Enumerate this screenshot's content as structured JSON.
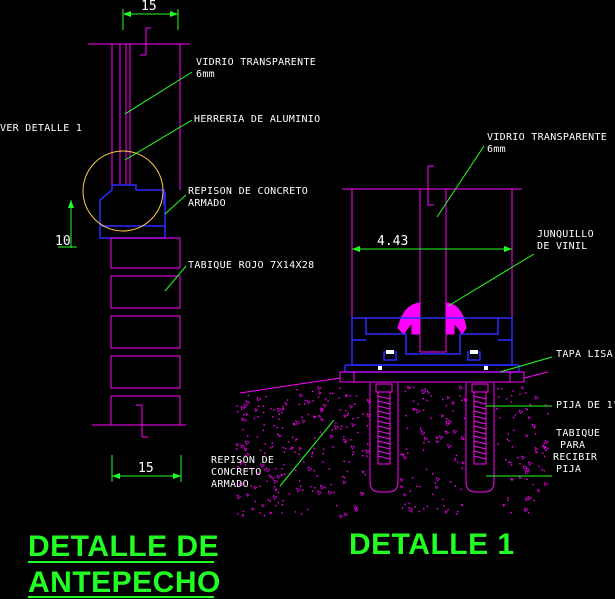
{
  "colors": {
    "background": "#000000",
    "magenta": "#ff00ff",
    "green": "#22ff22",
    "blue": "#2a2aff",
    "yellow": "#ffcc44",
    "white": "#ffffff",
    "title": "#22ff22"
  },
  "left_detail": {
    "dim_top": "15",
    "dim_bottom": "15",
    "dim_side": "10",
    "labels": {
      "vidrio_line1": "VIDRIO TRANSPARENTE",
      "vidrio_line2": "6mm",
      "herreria": "HERRERIA DE ALUMINIO",
      "ver_detalle": "VER DETALLE 1",
      "repison_line1": "REPISON DE CONCRETO",
      "repison_line2": "ARMADO",
      "tabique": "TABIQUE ROJO 7X14X28"
    },
    "title_line1": "DETALLE DE",
    "title_line2": "ANTEPECHO"
  },
  "right_detail": {
    "dim_width": "4.43",
    "labels": {
      "vidrio_line1": "VIDRIO TRANSPARENTE",
      "vidrio_line2": "6mm",
      "junquillo_line1": "JUNQUILLO",
      "junquillo_line2": "DE VINIL",
      "tapa_lisa": "TAPA LISA",
      "pija": "PIJA DE 1\"",
      "tabique_line1": "TABIQUE",
      "tabique_line2": "PARA",
      "tabique_line3": "RECIBIR",
      "tabique_line4": "PIJA",
      "repison_line1": "REPISON DE",
      "repison_line2": "CONCRETO",
      "repison_line3": "ARMADO"
    },
    "title": "DETALLE 1"
  }
}
